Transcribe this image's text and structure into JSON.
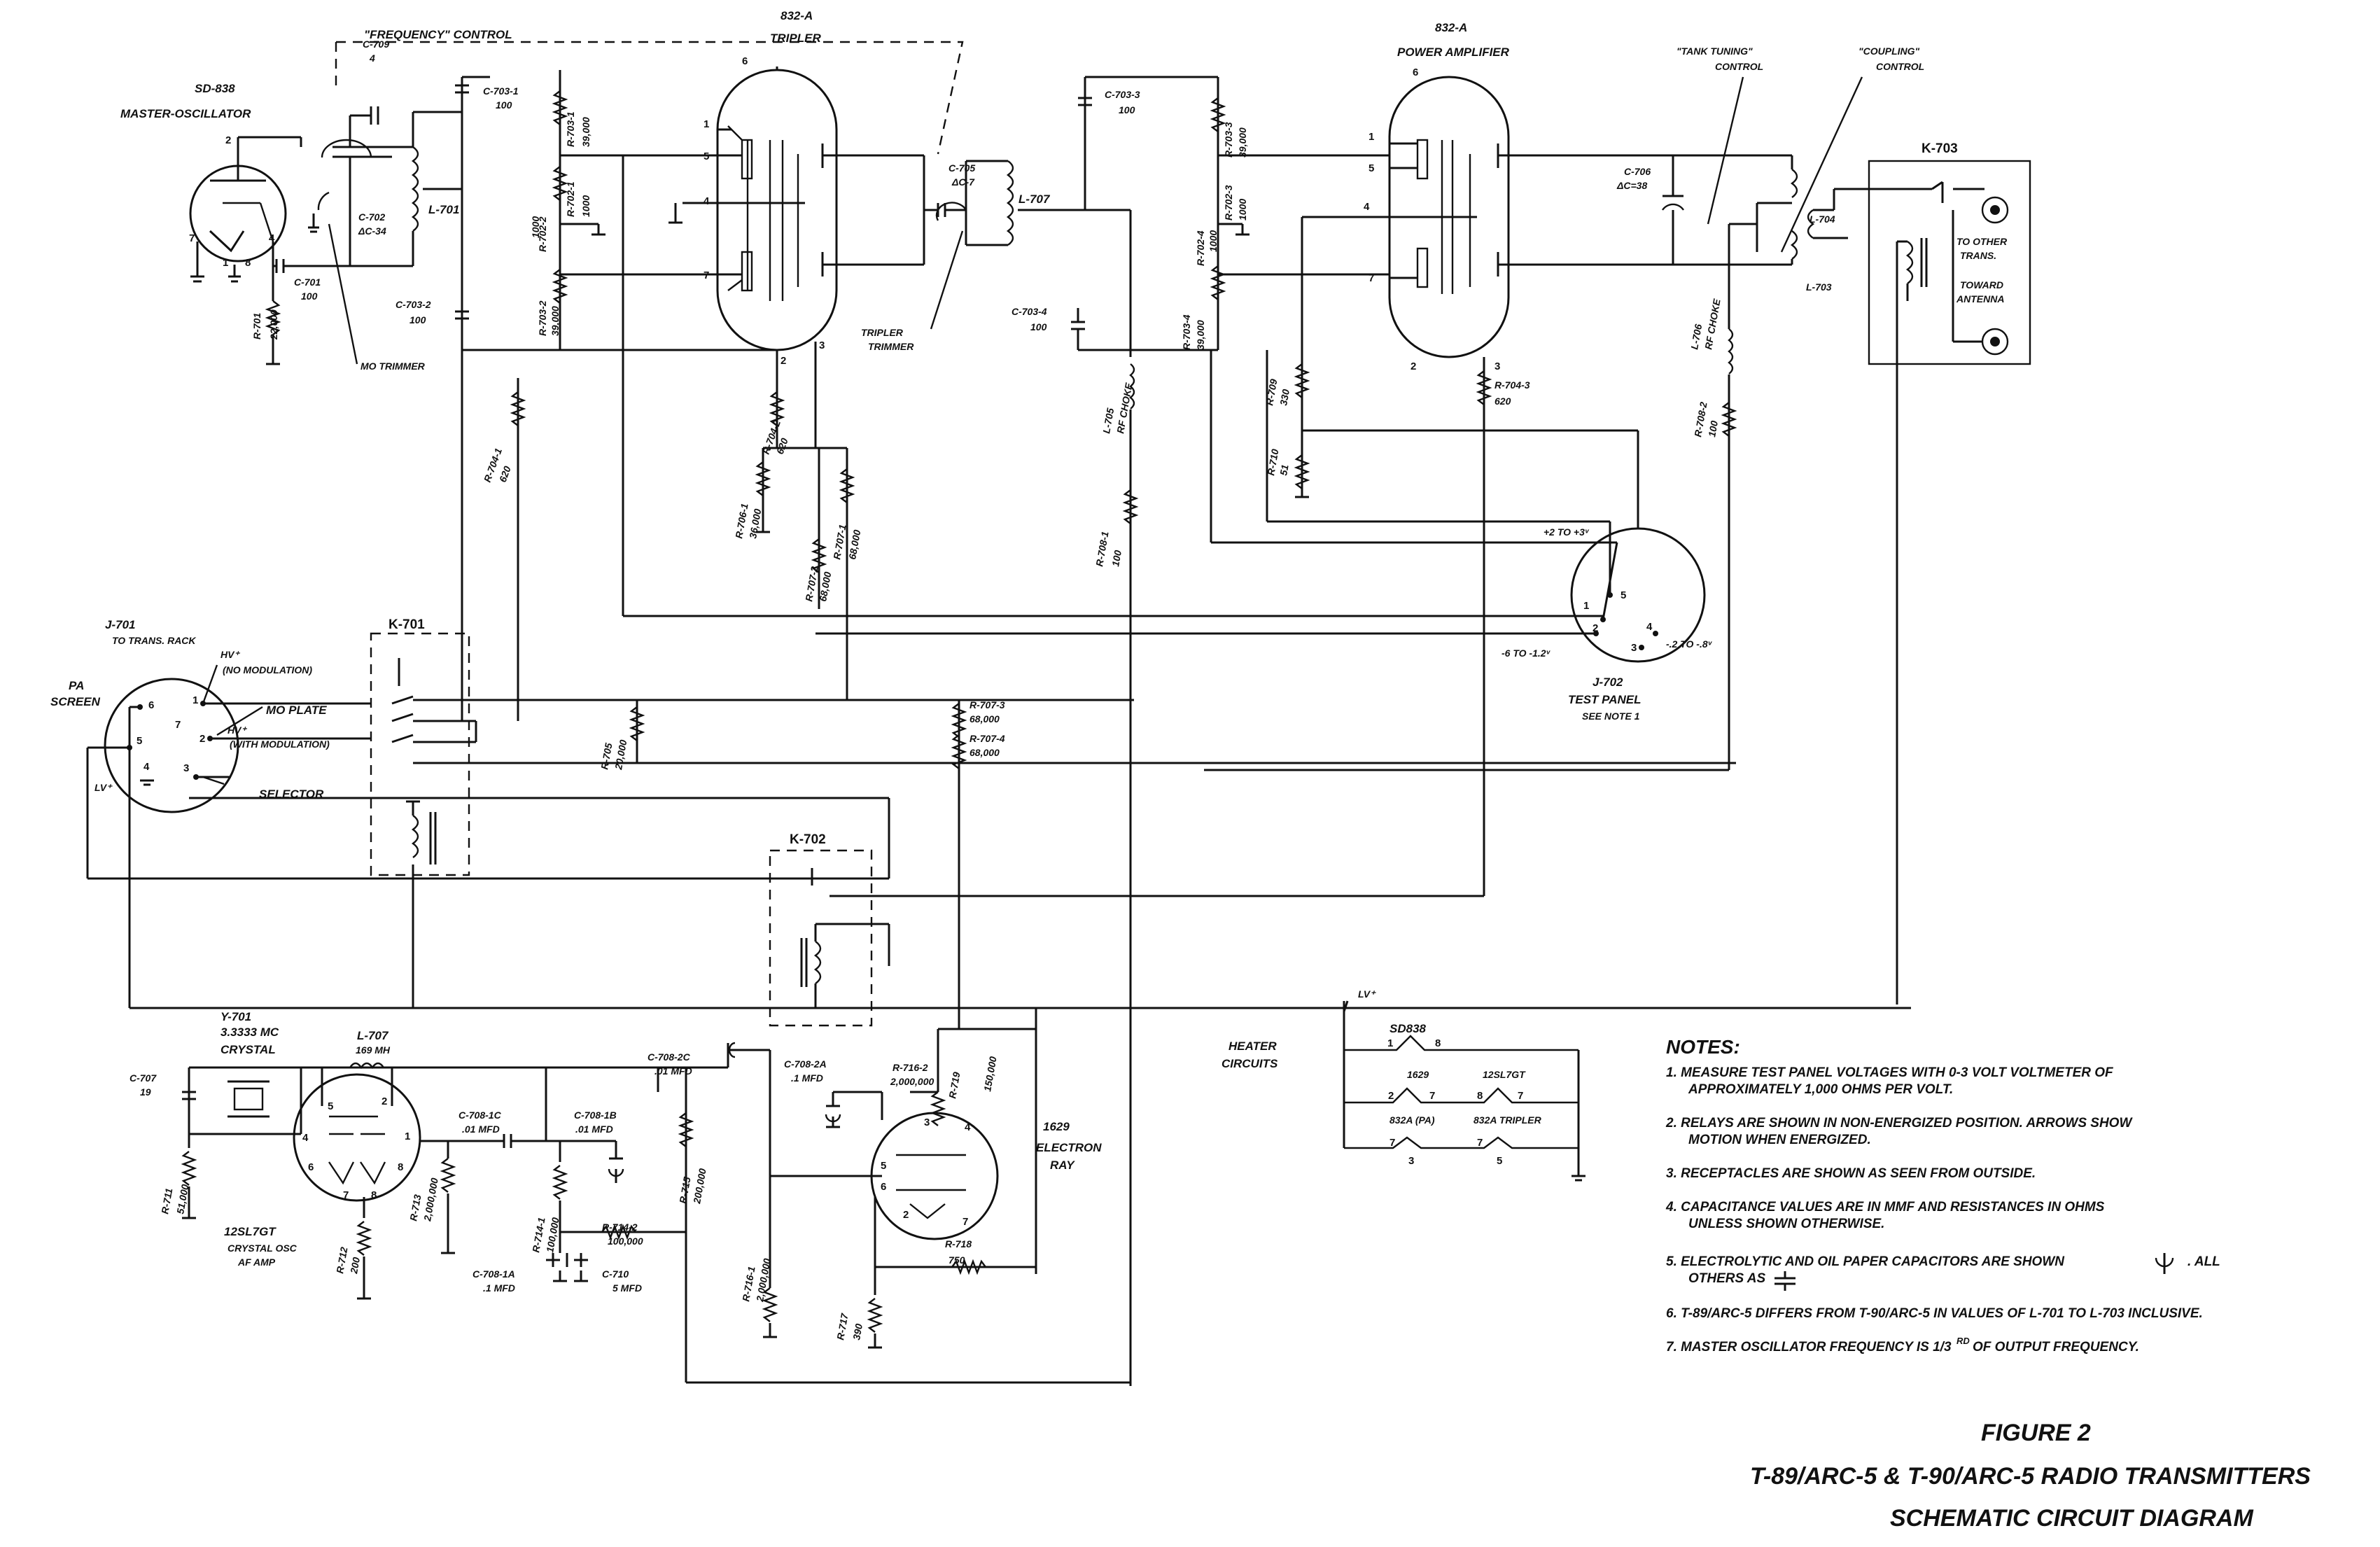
{
  "labels": {
    "mo_tube": "SD-838",
    "mo_title": "MASTER-OSCILLATOR",
    "freq_control": "\"FREQUENCY\" CONTROL",
    "tripler_type": "832-A",
    "tripler_title": "TRIPLER",
    "pa_type": "832-A",
    "pa_title": "POWER AMPLIFIER",
    "tank_tuning": "\"TANK TUNING\"",
    "tank_control": "CONTROL",
    "coupling": "\"COUPLING\"",
    "coupling_control": "CONTROL",
    "k703": "K-703",
    "to_other": "TO OTHER",
    "trans": "TRANS.",
    "toward": "TOWARD",
    "antenna": "ANTENNA",
    "c709": "C-709",
    "c709v": "4",
    "c702": "C-702",
    "c702v": "ΔC-34",
    "l701": "L-701",
    "c701": "C-701",
    "c701v": "100",
    "r701": "R-701",
    "r701v": "22,000",
    "c703_1": "C-703-1",
    "c703_1v": "100",
    "c703_2": "C-703-2",
    "c703_2v": "100",
    "mo_trimmer": "MO TRIMMER",
    "r703_1": "R-703-1",
    "r703_1v": "39,000",
    "r702_1": "R-702-1",
    "r702_1v": "1000",
    "r702_2": "R-702-2",
    "r702_2v": "1000",
    "r703_2": "R-703-2",
    "r703_2v": "39,000",
    "r704_1": "R-704-1",
    "r704_1v": "620",
    "c705": "C-705",
    "c705v": "ΔC-7",
    "tripler_trimmer_1": "TRIPLER",
    "tripler_trimmer_2": "TRIMMER",
    "l707a": "L-707",
    "c703_3": "C-703-3",
    "c703_3v": "100",
    "c703_4": "C-703-4",
    "c703_4v": "100",
    "r704_2": "R-704-2",
    "r704_2v": "620",
    "r706_1": "R-706-1",
    "r706_1v": "36,000",
    "r707_1": "R-707-1",
    "r707_1v": "68,000",
    "r707_2": "R-707-2",
    "r707_2v": "68,000",
    "l705": "L-705",
    "l705v": "RF CHOKE",
    "r708_1": "R-708-1",
    "r708_1v": "100",
    "r703_3": "R-703-3",
    "r703_3v": "39,000",
    "r702_3": "R-702-3",
    "r702_3v": "1000",
    "r702_4": "R-702-4",
    "r702_4v": "1000",
    "r703_4": "R-703-4",
    "r703_4v": "39,000",
    "r709": "R-709",
    "r709v": "330",
    "r710": "R-710",
    "r710v": "51",
    "r704_3": "R-704-3",
    "r704_3v": "620",
    "c706": "C-706",
    "c706v": "ΔC=38",
    "l704": "L-704",
    "l703": "L-703",
    "l706": "L-706",
    "l706v": "RF CHOKE",
    "r708_2": "R-708-2",
    "r708_2v": "100",
    "tp_plus": "+2 TO +3ᵛ",
    "tp_minus": "-6 TO -1.2ᵛ",
    "tp_right": "-.2 TO -.8ᵛ",
    "j702": "J-702",
    "test_panel": "TEST PANEL",
    "see_note": "SEE NOTE 1",
    "j701": "J-701",
    "to_rack": "TO TRANS. RACK",
    "hv_no_mod_1": "HV⁺",
    "hv_no_mod_2": "(NO MODULATION)",
    "mo_plate": "MO PLATE",
    "hv_mod_1": "HV⁺",
    "hv_mod_2": "(WITH MODULATION)",
    "pa_screen_1": "PA",
    "pa_screen_2": "SCREEN",
    "lv": "LV⁺",
    "selector": "SELECTOR",
    "k701": "K-701",
    "r705": "R-705",
    "r705v": "20,000",
    "r707_3": "R-707-3",
    "r707_3v": "68,000",
    "r707_4": "R-707-4",
    "r707_4v": "68,000",
    "k702": "K-702",
    "y701": "Y-701",
    "y701v": "3.3333 MC",
    "crystal": "CRYSTAL",
    "l707b": "L-707",
    "l707bv": "169 MH",
    "c707": "C-707",
    "c707v": "19",
    "r711": "R-711",
    "r711v": "51,000",
    "osc_tube": "12SL7GT",
    "osc_title_1": "CRYSTAL OSC",
    "osc_title_2": "AF AMP",
    "r712": "R-712",
    "r712v": "200",
    "r713": "R-713",
    "r713v": "2,000,000",
    "c708_1c": "C-708-1C",
    "c708_1cv": ".01 MFD",
    "c708_1b": "C-708-1B",
    "c708_1bv": ".01 MFD",
    "r714_1": "R-714-1",
    "r714_1v": "100,000",
    "r714_2": "R-714-2",
    "r714_2v": "100,000",
    "c708_1a": "C-708-1A",
    "c708_1av": ".1 MFD",
    "c710": "C-710",
    "c710v": "5 MFD",
    "c708_2c": "C-708-2C",
    "c708_2cv": ".01 MFD",
    "r715": "R-715",
    "r715v": "200,000",
    "c708_2a": "C-708-2A",
    "c708_2av": ".1 MFD",
    "r716_1": "R-716-1",
    "r716_1v": "2,000,000",
    "r716_2": "R-716-2",
    "r716_2v": "2,000,000",
    "r719": "R-719",
    "r719v": "150,000",
    "eye_tube": "1629",
    "eye_title_1": "ELECTRON",
    "eye_title_2": "RAY",
    "r718": "R-718",
    "r718v": "750",
    "r717": "R-717",
    "r717v": "390",
    "heater_1": "HEATER",
    "heater_2": "CIRCUITS",
    "h_lv": "LV⁺",
    "h_sd838": "SD838",
    "h_1629": "1629",
    "h_12sl7": "12SL7GT",
    "h_832pa": "832A (PA)",
    "h_832tr": "832A TRIPLER"
  },
  "notes": {
    "title": "NOTES:",
    "n1a": "1. MEASURE TEST PANEL VOLTAGES WITH 0-3 VOLT VOLTMETER OF",
    "n1b": "APPROXIMATELY 1,000 OHMS PER VOLT.",
    "n2a": "2. RELAYS ARE SHOWN IN NON-ENERGIZED POSITION. ARROWS SHOW",
    "n2b": "MOTION WHEN ENERGIZED.",
    "n3": "3. RECEPTACLES ARE SHOWN AS SEEN FROM OUTSIDE.",
    "n4a": "4. CAPACITANCE VALUES ARE IN MMF AND RESISTANCES IN OHMS",
    "n4b": "UNLESS SHOWN OTHERWISE.",
    "n5a": "5. ELECTROLYTIC AND OIL PAPER CAPACITORS ARE SHOWN",
    "n5b": ". ALL",
    "n5c": "OTHERS AS",
    "n6": "6. T-89/ARC-5 DIFFERS FROM T-90/ARC-5 IN VALUES OF L-701 TO L-703 INCLUSIVE.",
    "n7a": "7. MASTER OSCILLATOR FREQUENCY IS 1/3",
    "n7b": "RD",
    "n7c": "OF OUTPUT FREQUENCY."
  },
  "figure": {
    "number": "FIGURE 2",
    "title": "T-89/ARC-5 & T-90/ARC-5 RADIO TRANSMITTERS",
    "subtitle": "SCHEMATIC CIRCUIT DIAGRAM"
  }
}
